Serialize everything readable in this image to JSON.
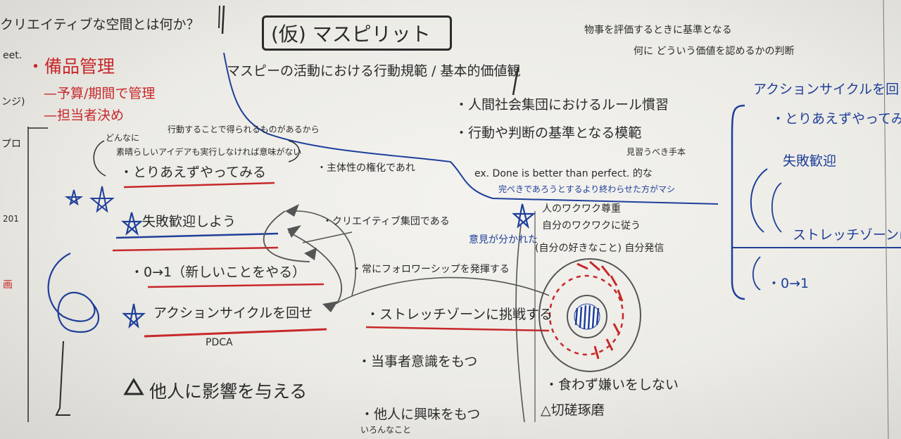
{
  "header": {
    "top_left": "クリエイティブな空間とは何か？",
    "title": "(仮) マスピリット",
    "note_1": "物事を評価するときに基準となる",
    "note_2": "何に どういう価値を認めるかの判断"
  },
  "left_margin": {
    "frag_1": "eet.",
    "frag_2": "ンジ)",
    "frag_3": "プロ",
    "frag_4": "201",
    "frag_5": "画"
  },
  "equipment": {
    "heading": "・備品管理",
    "sub_1": "—予算/期間で管理",
    "sub_2": "—担当者決め"
  },
  "definition": {
    "line_1": "マスピーの活動における行動規範 / 基本的価値観",
    "line_2": "・人間社会集団におけるルール慣習",
    "line_3": "・行動や判断の基準となる模範",
    "line_4": "見習うべき手本"
  },
  "notes": {
    "small_1": "行動することで得られるものがあるから",
    "small_2": "どんなに",
    "small_3": "素晴らしいアイデアも実行しなければ意味がない",
    "jump": "・とりあえずやってみる",
    "subjectivity": "・主体性の権化であれ",
    "failure": "失敗歓迎しよう",
    "creative": "・クリエイティブ集団である",
    "zero_one": "・0→1（新しいことをやる）",
    "followership": "・常にフォロワーシップを発揮する",
    "action_cycle": "アクションサイクルを回せ",
    "pdca": "PDCA",
    "stretch": "・ストレッチゾーンに挑戦する",
    "ownership": "・当事者意識をもつ",
    "influence": "他人に影響を与える",
    "interest": "・他人に興味をもつ",
    "interest_sub": "いろんなこと",
    "dont_dislike": "・食わず嫌いをしない",
    "friendly": "△切磋琢磨",
    "ex": "ex. Done is better than perfect. 的な",
    "ex_blue": "完ぺきであろうとするより終わらせた方がマシ",
    "waku_1": "人のワクワク尊重",
    "waku_2": "自分のワクワクに従う",
    "iken": "意見が分かれた",
    "self_1": "(自分の好きなこと) 自分発信"
  },
  "right_panel": {
    "heading": "アクションサイクルを回",
    "item_1": "・とりあえずやってみる",
    "item_2": "失敗歓迎",
    "item_3": "ストレッチゾーンに",
    "item_4": "・0→1"
  },
  "colors": {
    "black_ink": "#2b2b2b",
    "red_ink": "#c8282a",
    "blue_ink": "#1f3f9a",
    "board": "#f4f3ef"
  }
}
